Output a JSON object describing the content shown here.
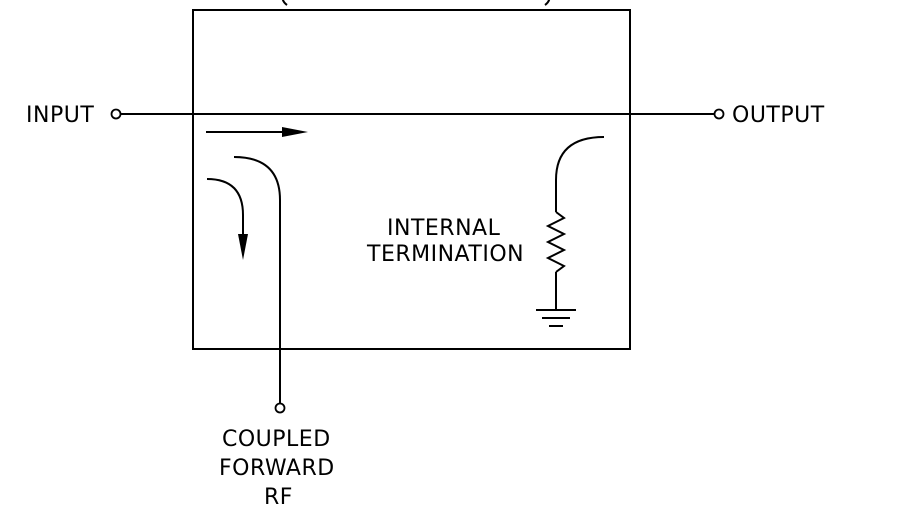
{
  "labels": {
    "input": "INPUT",
    "output": "OUTPUT",
    "internal": "INTERNAL",
    "termination": "TERMINATION",
    "coupled": "COUPLED",
    "forward": "FORWARD",
    "rf": "RF"
  },
  "colors": {
    "ink": "#000000",
    "background": "#ffffff"
  }
}
